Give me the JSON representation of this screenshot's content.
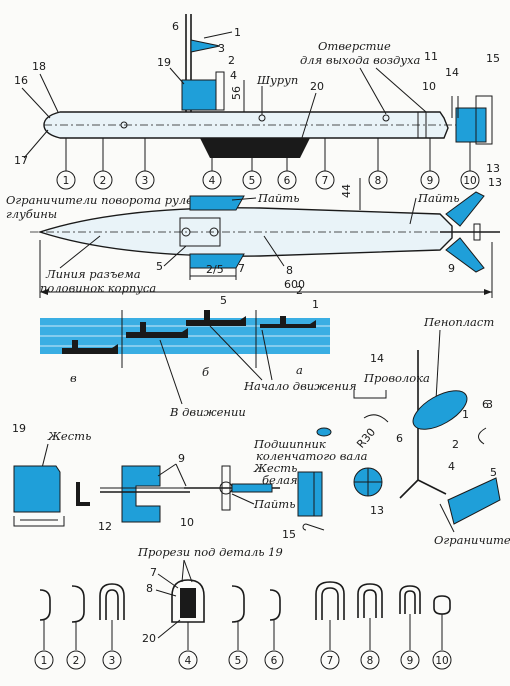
{
  "colors": {
    "accent_blue": "#1f9fd9",
    "ink": "#1a1a1a",
    "water": "#3aaee3"
  },
  "side_view": {
    "callouts": [
      "1",
      "2",
      "3",
      "4",
      "6",
      "16",
      "17",
      "18",
      "19",
      "20",
      "10",
      "11",
      "14",
      "15",
      "13"
    ],
    "dimension_56": "56",
    "screw_label": "Шуруп",
    "air_hole_label_1": "Отверстие",
    "air_hole_label_2": "для выхода воздуха",
    "sections": [
      "1",
      "2",
      "3",
      "4",
      "5",
      "6",
      "7",
      "8",
      "9",
      "10"
    ]
  },
  "top_view": {
    "rudder_limiters_1": "Ограничители поворота рулей",
    "rudder_limiters_2": "глубины",
    "solder_1": "Пайть",
    "solder_2": "Пайть",
    "dimension_44": "44",
    "parting_line_1": "Линия разъема",
    "parting_line_2": "половинок корпуса",
    "dimension_600": "600",
    "fraction_25": "2/5",
    "callouts": [
      "5",
      "7",
      "8",
      "9",
      "13"
    ]
  },
  "water_scene": {
    "positions": [
      "в",
      "б",
      "а"
    ],
    "boat_nums": [
      "5",
      "2",
      "1"
    ],
    "start_motion": "Начало движения",
    "in_motion": "В движении"
  },
  "details": {
    "foam": "Пенопласт",
    "wire_num": "14",
    "wire": "Проволока",
    "radius": "R30",
    "tin_num": "19",
    "tin": "Жесть",
    "bearing_1": "Подшипник",
    "bearing_2": "коленчатого вала",
    "white_tin_1": "Жесть",
    "white_tin_2": "белая",
    "solder": "Пайть",
    "limiters": "Ограничители",
    "nums": [
      "9",
      "12",
      "10",
      "15",
      "13",
      "6",
      "2",
      "1",
      "3",
      "4",
      "5"
    ]
  },
  "cross_sections": {
    "slots_label": "Прорези под деталь 19",
    "labels": [
      "1",
      "2",
      "3",
      "4",
      "5",
      "6",
      "7",
      "8",
      "9",
      "10"
    ],
    "extra": [
      "7",
      "8",
      "20"
    ]
  }
}
